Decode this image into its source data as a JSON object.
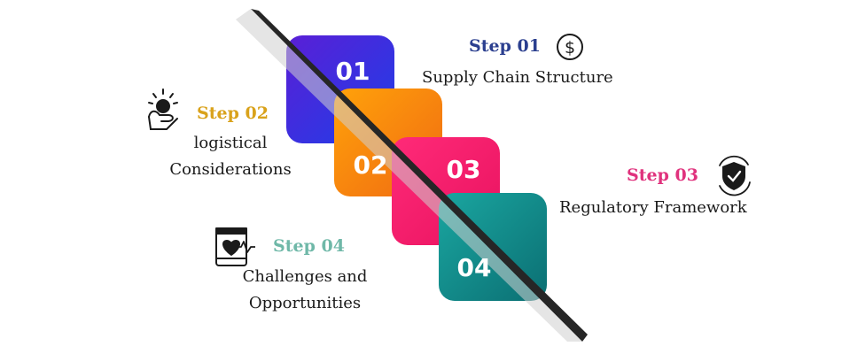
{
  "steps": [
    {
      "number": "01",
      "label": "Step 01",
      "description": "Supply Chain Structure",
      "label_color": "#2b3f8f",
      "icon": "dollar-coin-icon"
    },
    {
      "number": "02",
      "label": "Step 02",
      "description_lines": [
        "logistical",
        "Considerations"
      ],
      "label_color": "#d9a21b",
      "icon": "hand-holding-idea-icon"
    },
    {
      "number": "03",
      "label": "Step 03",
      "description": "Regulatory Framework",
      "label_color": "#e0327d",
      "icon": "shield-check-icon"
    },
    {
      "number": "04",
      "label": "Step 04",
      "description_lines": [
        "Challenges and",
        "Opportunities"
      ],
      "label_color": "#6fb8a8",
      "icon": "medical-monitor-icon"
    }
  ],
  "tile_colors": {
    "tile_01": [
      "#5a1fd6",
      "#1e3fe8"
    ],
    "tile_02": [
      "#ffa20a",
      "#f06a12"
    ],
    "tile_03": [
      "#ff2a78",
      "#e8125f"
    ],
    "tile_04": [
      "#1aa6a0",
      "#0b6f73"
    ],
    "divider": "#2b2b2b"
  }
}
